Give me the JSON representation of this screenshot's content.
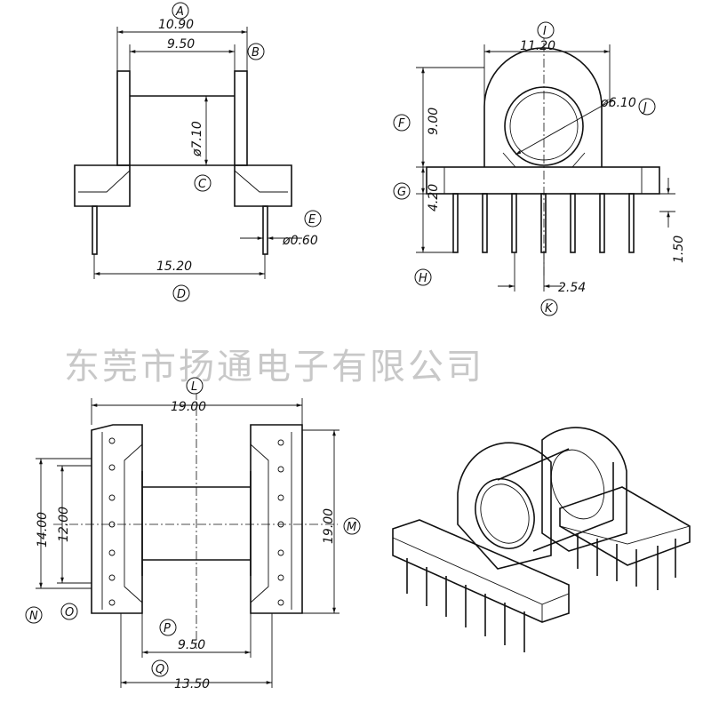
{
  "watermark": "东莞市扬通电子有限公司",
  "front_view": {
    "A": "A",
    "B": "B",
    "C": "C",
    "D": "D",
    "E": "E",
    "dim_a": "10.90",
    "dim_b": "9.50",
    "dim_c": "ø7.10",
    "dim_d": "15.20",
    "dim_e": "ø0.60"
  },
  "side_view": {
    "I": "I",
    "J": "J",
    "F": "F",
    "G": "G",
    "H": "H",
    "K": "K",
    "dim_i": "11.20",
    "dim_j": "ø6.10",
    "dim_f": "9.00",
    "dim_g": "4.20",
    "dim_h": "1.50",
    "dim_k": "2.54"
  },
  "top_view": {
    "L": "L",
    "M": "M",
    "N": "N",
    "O": "O",
    "P": "P",
    "Q": "Q",
    "dim_l": "19.00",
    "dim_m": "19.00",
    "dim_n": "14.00",
    "dim_o": "12.00",
    "dim_p": "9.50",
    "dim_q": "13.50"
  }
}
